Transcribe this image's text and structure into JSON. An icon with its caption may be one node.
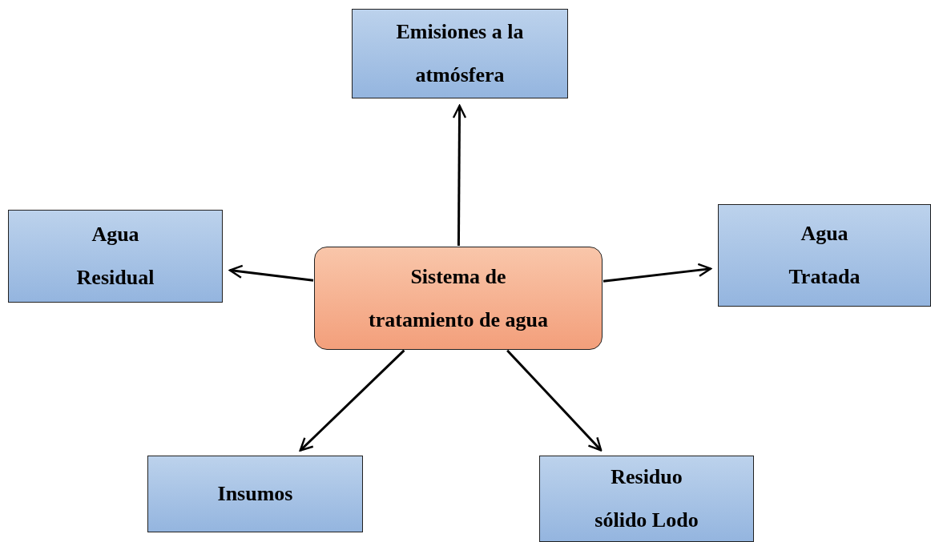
{
  "diagram": {
    "nodes": [
      {
        "text": [
          "Sistema de tratamiento de agua"
        ]
      },
      {
        "text": [
          "Emisiones a la atmósfera"
        ]
      },
      {
        "text": [
          "Agua Residual"
        ]
      },
      {
        "text": [
          "Agua Tratada"
        ]
      },
      {
        "text": [
          "Insumos"
        ]
      },
      {
        "text": [
          "Residuo sólido Lodo"
        ]
      }
    ],
    "edges": [
      {
        "from": 0,
        "to": 1,
        "arrow": "to"
      },
      {
        "from": 0,
        "to": 2,
        "arrow": "to"
      },
      {
        "from": 0,
        "to": 3,
        "arrow": "to"
      },
      {
        "from": 0,
        "to": 4,
        "arrow": "to"
      },
      {
        "from": 0,
        "to": 5,
        "arrow": "to"
      }
    ]
  }
}
